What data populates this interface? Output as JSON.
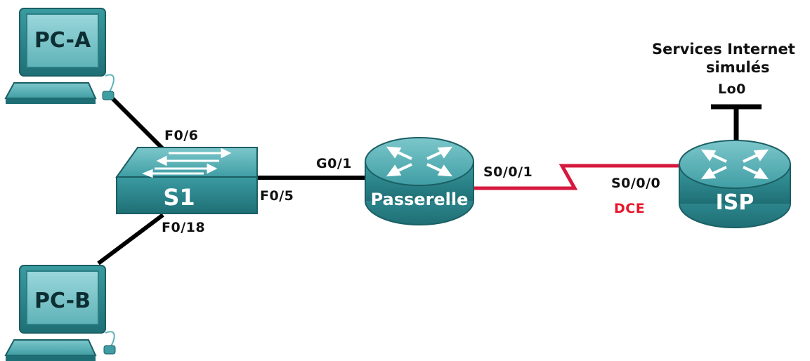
{
  "devices": {
    "pc_a": "PC-A",
    "pc_b": "PC-B",
    "switch": "S1",
    "gateway": "Passerelle",
    "isp": "ISP"
  },
  "ports": {
    "s1_f06": "F0/6",
    "s1_f018": "F0/18",
    "s1_f05": "F0/5",
    "gw_g01": "G0/1",
    "gw_s001": "S0/0/1",
    "isp_s000": "S0/0/0",
    "isp_lo0": "Lo0"
  },
  "annotations": {
    "internet_line1": "Services Internet",
    "internet_line2": "simulés",
    "dce": "DCE"
  },
  "colors": {
    "device_teal": "#3f9ea4",
    "device_dark": "#1e6f75",
    "serial_link": "#d6193e",
    "dce_text": "#e8162c",
    "ethernet_link": "#000000"
  }
}
